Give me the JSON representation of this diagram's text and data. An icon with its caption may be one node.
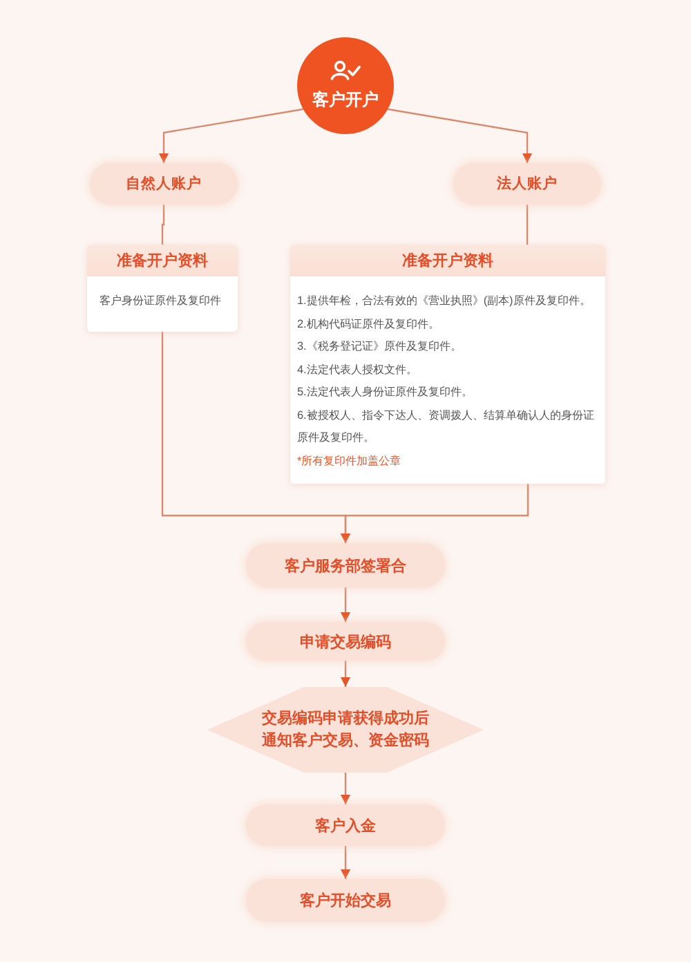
{
  "diagram": {
    "nodes": [
      {
        "text": [
          "客户开户"
        ]
      },
      {
        "text": [
          "自然人账户"
        ]
      },
      {
        "text": [
          "法人账户"
        ]
      },
      {
        "text": [
          "准备开户资料",
          "客户身份证原件及复印件"
        ]
      },
      {
        "text": [
          "准备开户资料",
          "1.提供年检，合法有效的《营业执照》(副本)原件及复印件。",
          "2.机构代码证原件及复印件。",
          "3.《税务登记证》原件及复印件。",
          "4.法定代表人授权文件。",
          "5.法定代表人身份证原件及复印件。",
          "6.被授权人、指令下达人、资调拨人、结算单确认人的身份证原件及复印件。",
          "*所有复印件加盖公章"
        ]
      },
      {
        "text": [
          "客户服务部签署合"
        ]
      },
      {
        "text": [
          "申请交易编码"
        ]
      },
      {
        "text": [
          "交易编码申请获得成功后通知客户交易、资金密码"
        ]
      },
      {
        "text": [
          "客户入金"
        ]
      },
      {
        "text": [
          "客户开始交易"
        ]
      }
    ],
    "edges": [
      {
        "from": 0,
        "to": 1,
        "arrow": "to"
      },
      {
        "from": 0,
        "to": 2,
        "arrow": "to"
      },
      {
        "from": 1,
        "to": 3,
        "arrow": "none"
      },
      {
        "from": 2,
        "to": 4,
        "arrow": "none"
      },
      {
        "from": 3,
        "to": 5,
        "arrow": "to"
      },
      {
        "from": 4,
        "to": 5,
        "arrow": "to"
      },
      {
        "from": 5,
        "to": 6,
        "arrow": "to"
      },
      {
        "from": 6,
        "to": 7,
        "arrow": "to"
      },
      {
        "from": 7,
        "to": 8,
        "arrow": "to"
      },
      {
        "from": 8,
        "to": 9,
        "arrow": "to"
      }
    ]
  }
}
